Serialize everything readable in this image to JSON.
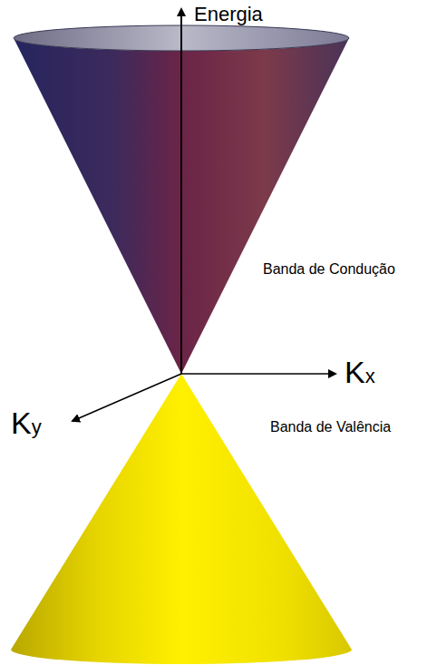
{
  "diagram": {
    "labels": [
      "Energia",
      "Banda de Condução",
      "Banda de Valência",
      "Kx",
      "Ky"
    ]
  }
}
